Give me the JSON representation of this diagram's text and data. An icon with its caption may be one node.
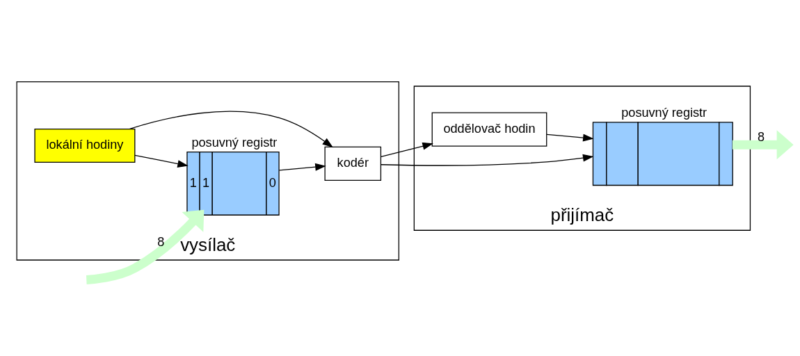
{
  "diagram": {
    "nodes": [
      {
        "text": [
          "vysílač"
        ]
      },
      {
        "text": [
          "kodér"
        ],
        "in": 0
      },
      {
        "text": [
          "1",
          "1",
          "0"
        ],
        "beside": [
          "posuvný registr"
        ],
        "in": 0
      },
      {
        "text": [
          "lokální hodiny"
        ],
        "in": 0
      },
      {
        "text": [
          "přijímač"
        ]
      },
      {
        "text": [
          "oddělovač hodin"
        ],
        "in": 4
      },
      {
        "text": [],
        "shape": "box",
        "beside": [
          "posuvný registr"
        ],
        "in": 4
      }
    ],
    "edges": [
      {
        "from": 2,
        "to": 1,
        "arrow": "to"
      },
      {
        "from": 3,
        "to": 1,
        "arrow": "to"
      },
      {
        "from": 3,
        "to": 2,
        "arrow": "to"
      },
      {
        "from": 1,
        "to": 5,
        "arrow": "to"
      },
      {
        "from": 1,
        "to": 6,
        "arrow": "to"
      },
      {
        "from": 5,
        "to": 6,
        "arrow": "to"
      },
      {
        "from": null,
        "to": 2,
        "arrow": "to",
        "label": "8",
        "style": "thick",
        "color": "#ccffcc"
      },
      {
        "from": 6,
        "to": null,
        "arrow": "to",
        "label": "8",
        "style": "thick",
        "color": "#ccffcc"
      }
    ]
  }
}
